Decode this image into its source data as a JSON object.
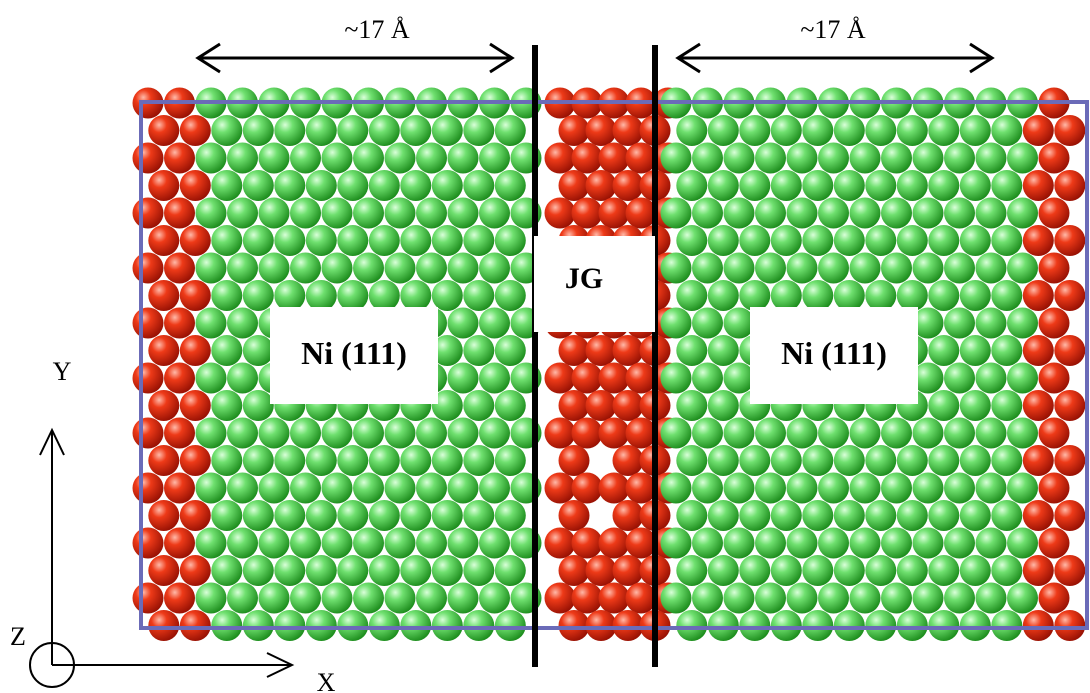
{
  "labels": {
    "left_width": "~17 Å",
    "right_width": "~17 Å",
    "junction": "JG",
    "left_region": "Ni (111)",
    "right_region": "Ni (111)",
    "axis_x": "X",
    "axis_y": "Y",
    "axis_z": "Z"
  },
  "colors": {
    "atom_green": "#4ccd4c",
    "atom_red": "#e1250f",
    "cell_border": "#6b6bb8",
    "lines": "#000000"
  },
  "atom_types": [
    "green-atom",
    "red-atom"
  ]
}
